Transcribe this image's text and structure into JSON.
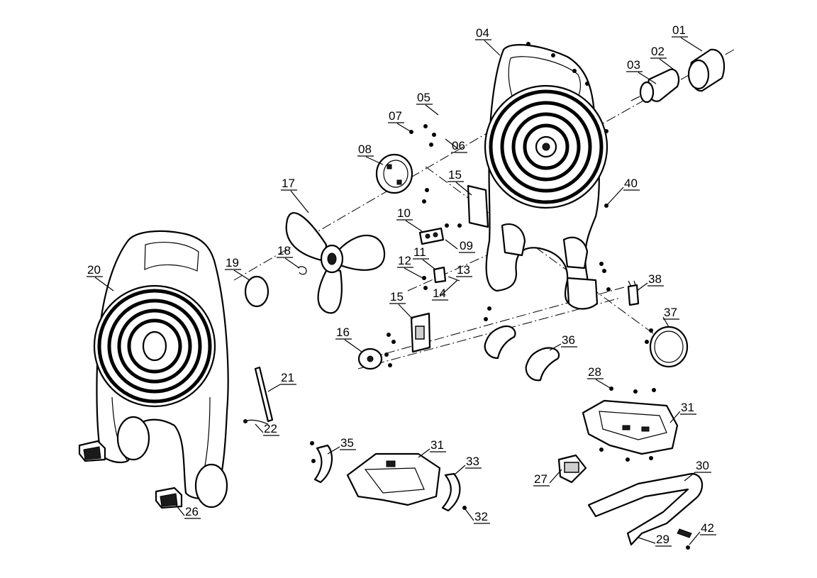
{
  "diagram": {
    "labels": [
      "01",
      "02",
      "03",
      "04",
      "05",
      "06",
      "07",
      "08",
      "09",
      "10",
      "11",
      "12",
      "13",
      "14",
      "15",
      "15",
      "16",
      "17",
      "18",
      "19",
      "20",
      "21",
      "22",
      "26",
      "27",
      "28",
      "29",
      "30",
      "31",
      "31",
      "32",
      "33",
      "35",
      "36",
      "37",
      "38",
      "40",
      "42"
    ]
  }
}
